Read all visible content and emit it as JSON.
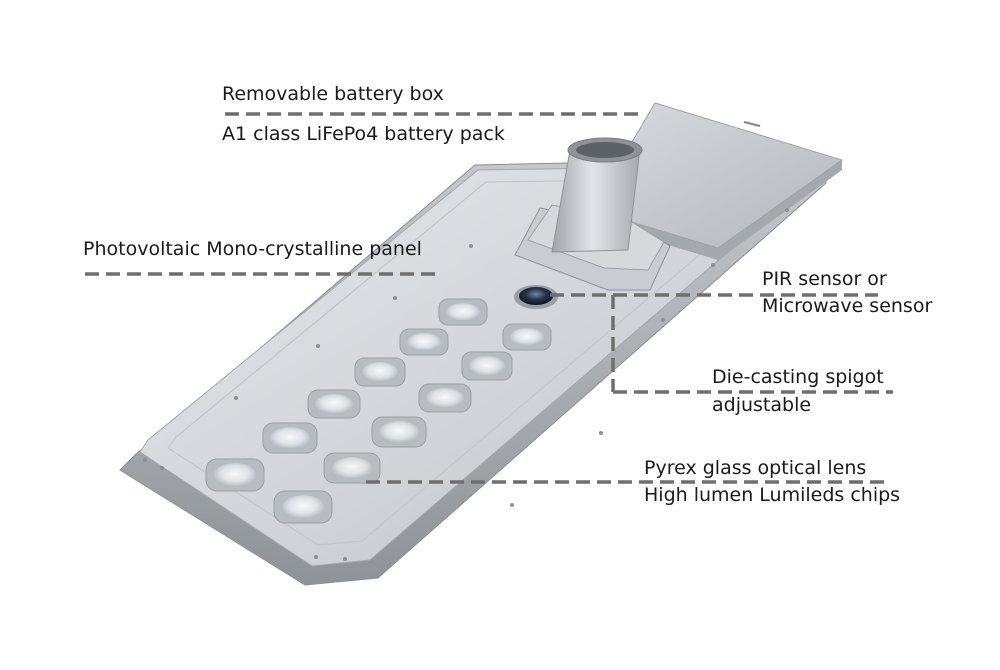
{
  "callouts": {
    "battery_box": "Removable battery box",
    "battery_pack": "A1 class LiFePo4 battery pack",
    "panel": "Photovoltaic Mono-crystalline panel",
    "sensor_1": "PIR sensor or",
    "sensor_2": "Microwave sensor",
    "spigot_1": "Die-casting spigot",
    "spigot_2": "adjustable",
    "lens_1": "Pyrex glass optical lens",
    "lens_2": "High lumen Lumileds chips"
  },
  "colors": {
    "leader_line": "#6e6e6e",
    "body_light": "#d9dcdf",
    "body_mid": "#b9bdc1",
    "body_dark": "#8f9499",
    "lens": "#eef1f3",
    "sensor": "#1d2a3a",
    "text": "#1a1a1a"
  }
}
